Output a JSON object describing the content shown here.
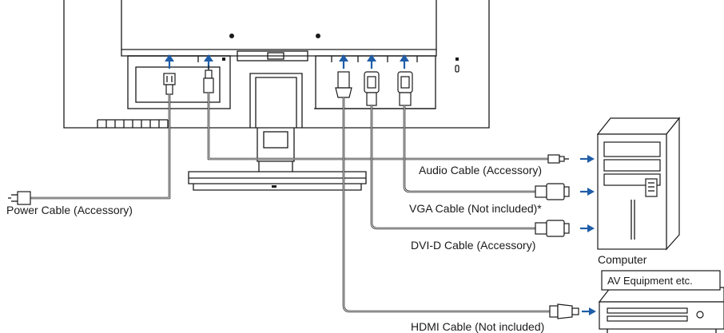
{
  "labels": {
    "power_cable": "Power Cable (Accessory)",
    "audio_cable": "Audio Cable (Accessory)",
    "vga_cable": "VGA Cable (Not included)*",
    "dvid_cable": "DVI-D Cable (Accessory)",
    "hdmi_cable": "HDMI Cable (Not included)",
    "computer": "Computer",
    "av_equipment": "AV Equipment etc."
  },
  "colors": {
    "arrow": "#1f5da8",
    "line": "#1a1a1a",
    "background": "#ffffff"
  },
  "icons": {
    "power_plug": "power-plug-icon",
    "audio_plug": "audio-jack-icon",
    "vga_plug": "vga-connector-icon",
    "dvi_plug": "dvi-connector-icon",
    "hdmi_plug": "hdmi-connector-icon",
    "lock": "kensington-lock-icon"
  }
}
